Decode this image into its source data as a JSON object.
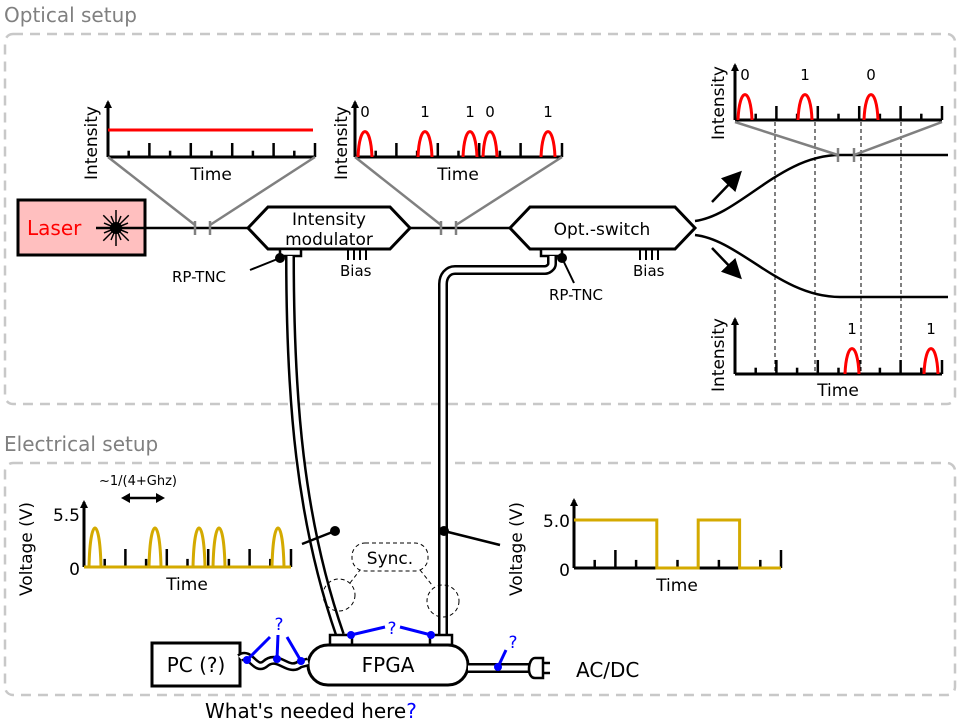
{
  "sections": {
    "optical": "Optical setup",
    "electrical": "Electrical setup"
  },
  "components": {
    "laser": "Laser",
    "modulator_line1": "Intensity",
    "modulator_line2": "modulator",
    "switch": "Opt.-switch",
    "bias1": "Bias",
    "bias2": "Bias",
    "rptnc1": "RP-TNC",
    "rptnc2": "RP-TNC",
    "pc": "PC (?)",
    "fpga": "FPGA",
    "acdc": "AC/DC",
    "sync": "Sync.",
    "question_main": "What's needed here",
    "question_mark": "?"
  },
  "colors": {
    "laser_fill": "#ffbfbf",
    "laser_text": "#ff0000",
    "optical_pulse": "#ff0000",
    "voltage_pulse": "#d4aa00",
    "unknown_link": "#0000ff",
    "frame": "#c8c8c8"
  },
  "chart_data": [
    {
      "id": "laser-output",
      "type": "line",
      "xlabel": "Time",
      "ylabel": "Intensity",
      "description": "Constant CW intensity",
      "values": "constant"
    },
    {
      "id": "modulated-output",
      "type": "pulse-train",
      "xlabel": "Time",
      "ylabel": "Intensity",
      "bit_labels": [
        "0",
        "1",
        "1",
        "0",
        "1"
      ]
    },
    {
      "id": "switch-output-top",
      "type": "pulse-train",
      "xlabel": "",
      "ylabel": "Intensity",
      "bit_labels": [
        "0",
        "1",
        "0"
      ]
    },
    {
      "id": "switch-output-bottom",
      "type": "pulse-train",
      "xlabel": "Time",
      "ylabel": "Intensity",
      "bit_labels": [
        "1",
        "1"
      ]
    },
    {
      "id": "modulator-drive",
      "type": "pulse-train",
      "xlabel": "Time",
      "ylabel": "Voltage (V)",
      "yticks": [
        "0",
        "5.5"
      ],
      "annotation": "~1/(4+Ghz)",
      "pulse_count": 5
    },
    {
      "id": "switch-drive",
      "type": "square-wave",
      "xlabel": "Time",
      "ylabel": "Voltage (V)",
      "yticks": [
        "0",
        "5.0"
      ],
      "levels": [
        1,
        1,
        1,
        1,
        0,
        0,
        1,
        1,
        0,
        0
      ],
      "high_value": 5.0,
      "low_value": 0
    }
  ]
}
